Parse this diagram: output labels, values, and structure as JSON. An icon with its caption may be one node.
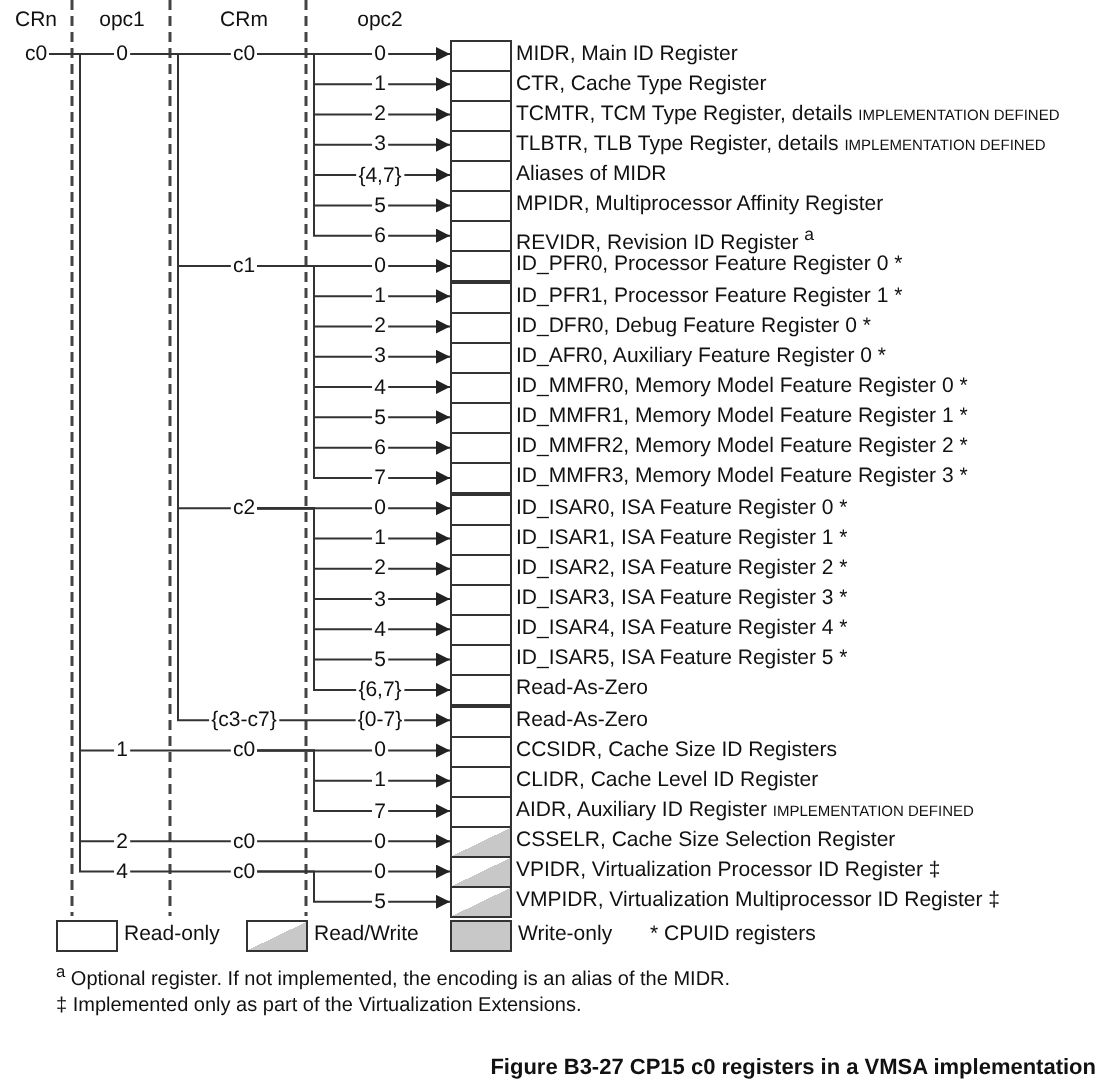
{
  "diagram": {
    "caption": "Figure B3-27 CP15 c0 registers in a VMSA implementation",
    "nodes": [
      {
        "text": [
          "c0"
        ]
      },
      {
        "text": [
          "0"
        ]
      },
      {
        "text": [
          "c0"
        ]
      },
      {
        "text": [
          "0"
        ]
      },
      {
        "text": [
          "MIDR, Main ID Register"
        ]
      },
      {
        "text": [
          "1"
        ]
      },
      {
        "text": [
          "CTR, Cache Type Register"
        ]
      },
      {
        "text": [
          "2"
        ]
      },
      {
        "text": [
          "TCMTR, TCM Type Register, details",
          "IMPLEMENTATION DEFINED"
        ]
      },
      {
        "text": [
          "3"
        ]
      },
      {
        "text": [
          "TLBTR, TLB Type Register, details",
          "IMPLEMENTATION DEFINED"
        ]
      },
      {
        "text": [
          "{4,7}"
        ]
      },
      {
        "text": [
          "Aliases of MIDR"
        ]
      },
      {
        "text": [
          "5"
        ]
      },
      {
        "text": [
          "MPIDR, Multiprocessor Affinity Register"
        ]
      },
      {
        "text": [
          "6"
        ]
      },
      {
        "text": [
          "REVIDR, Revision ID Register $^{a}$"
        ]
      },
      {
        "text": [
          "c1"
        ]
      },
      {
        "text": [
          "0"
        ]
      },
      {
        "text": [
          "ID_PFR0, Processor Feature Register 0 *"
        ]
      },
      {
        "text": [
          "1"
        ]
      },
      {
        "text": [
          "ID_PFR1, Processor Feature Register 1 *"
        ]
      },
      {
        "text": [
          "2"
        ]
      },
      {
        "text": [
          "ID_DFR0, Debug Feature Register 0 *"
        ]
      },
      {
        "text": [
          "3"
        ]
      },
      {
        "text": [
          "ID_AFR0, Auxiliary Feature Register 0 *"
        ]
      },
      {
        "text": [
          "4"
        ]
      },
      {
        "text": [
          "ID_MMFR0, Memory Model Feature Register 0 *"
        ]
      },
      {
        "text": [
          "5"
        ]
      },
      {
        "text": [
          "ID_MMFR1, Memory Model Feature Register 1 *"
        ]
      },
      {
        "text": [
          "6"
        ]
      },
      {
        "text": [
          "ID_MMFR2, Memory Model Feature Register 2 *"
        ]
      },
      {
        "text": [
          "7"
        ]
      },
      {
        "text": [
          "ID_MMFR3, Memory Model Feature Register 3 *"
        ]
      },
      {
        "text": [
          "c2"
        ]
      },
      {
        "text": [
          "0"
        ]
      },
      {
        "text": [
          "ID_ISAR0, ISA Feature Register 0 *"
        ]
      },
      {
        "text": [
          "1"
        ]
      },
      {
        "text": [
          "ID_ISAR1, ISA Feature Register 1 *"
        ]
      },
      {
        "text": [
          "2"
        ]
      },
      {
        "text": [
          "ID_ISAR2, ISA Feature Register 2 *"
        ]
      },
      {
        "text": [
          "3"
        ]
      },
      {
        "text": [
          "ID_ISAR3, ISA Feature Register 3 *"
        ]
      },
      {
        "text": [
          "4"
        ]
      },
      {
        "text": [
          "ID_ISAR4, ISA Feature Register 4 *"
        ]
      },
      {
        "text": [
          "5"
        ]
      },
      {
        "text": [
          "ID_ISAR5, ISA Feature Register 5 *"
        ]
      },
      {
        "text": [
          "{6,7}"
        ]
      },
      {
        "text": [
          "Read-As-Zero"
        ]
      },
      {
        "text": [
          "{c3-c7}"
        ]
      },
      {
        "text": [
          "{0-7}"
        ]
      },
      {
        "text": [
          "Read-As-Zero"
        ]
      },
      {
        "text": [
          "1"
        ]
      },
      {
        "text": [
          "c0"
        ]
      },
      {
        "text": [
          "0"
        ]
      },
      {
        "text": [
          "CCSIDR, Cache Size ID Registers"
        ]
      },
      {
        "text": [
          "1"
        ]
      },
      {
        "text": [
          "CLIDR, Cache Level ID Register"
        ]
      },
      {
        "text": [
          "7"
        ]
      },
      {
        "text": [
          "AIDR, Auxiliary ID Register",
          "IMPLEMENTATION DEFINED"
        ]
      },
      {
        "text": [
          "2"
        ]
      },
      {
        "text": [
          "c0"
        ]
      },
      {
        "text": [
          "0"
        ]
      },
      {
        "text": [
          "CSSELR, Cache Size Selection Register"
        ]
      },
      {
        "text": [
          "4"
        ]
      },
      {
        "text": [
          "c0"
        ]
      },
      {
        "text": [
          "0"
        ]
      },
      {
        "text": [
          "VPIDR, Virtualization Processor ID Register ‡"
        ]
      },
      {
        "text": [
          "5"
        ]
      },
      {
        "text": [
          "VMPIDR, Virtualization Multiprocessor ID Register ‡"
        ]
      }
    ],
    "edges": [
      {
        "from": 0,
        "to": 1,
        "arrow": "none"
      },
      {
        "from": 1,
        "to": 2,
        "arrow": "none"
      },
      {
        "from": 2,
        "to": 3,
        "arrow": "none"
      },
      {
        "from": 3,
        "to": 4,
        "arrow": "to"
      },
      {
        "from": 2,
        "to": 5,
        "arrow": "none"
      },
      {
        "from": 5,
        "to": 6,
        "arrow": "to"
      },
      {
        "from": 2,
        "to": 7,
        "arrow": "none"
      },
      {
        "from": 7,
        "to": 8,
        "arrow": "to"
      },
      {
        "from": 2,
        "to": 9,
        "arrow": "none"
      },
      {
        "from": 9,
        "to": 10,
        "arrow": "to"
      },
      {
        "from": 2,
        "to": 11,
        "arrow": "none"
      },
      {
        "from": 11,
        "to": 12,
        "arrow": "to"
      },
      {
        "from": 2,
        "to": 13,
        "arrow": "none"
      },
      {
        "from": 13,
        "to": 14,
        "arrow": "to"
      },
      {
        "from": 2,
        "to": 15,
        "arrow": "none"
      },
      {
        "from": 15,
        "to": 16,
        "arrow": "to"
      },
      {
        "from": 1,
        "to": 17,
        "arrow": "none"
      },
      {
        "from": 17,
        "to": 18,
        "arrow": "none"
      },
      {
        "from": 18,
        "to": 19,
        "arrow": "to"
      },
      {
        "from": 17,
        "to": 20,
        "arrow": "none"
      },
      {
        "from": 20,
        "to": 21,
        "arrow": "to"
      },
      {
        "from": 17,
        "to": 22,
        "arrow": "none"
      },
      {
        "from": 22,
        "to": 23,
        "arrow": "to"
      },
      {
        "from": 17,
        "to": 24,
        "arrow": "none"
      },
      {
        "from": 24,
        "to": 25,
        "arrow": "to"
      },
      {
        "from": 17,
        "to": 26,
        "arrow": "none"
      },
      {
        "from": 26,
        "to": 27,
        "arrow": "to"
      },
      {
        "from": 17,
        "to": 28,
        "arrow": "none"
      },
      {
        "from": 28,
        "to": 29,
        "arrow": "to"
      },
      {
        "from": 17,
        "to": 30,
        "arrow": "none"
      },
      {
        "from": 30,
        "to": 31,
        "arrow": "to"
      },
      {
        "from": 17,
        "to": 32,
        "arrow": "none"
      },
      {
        "from": 32,
        "to": 33,
        "arrow": "to"
      },
      {
        "from": 1,
        "to": 34,
        "arrow": "none"
      },
      {
        "from": 34,
        "to": 35,
        "arrow": "none"
      },
      {
        "from": 35,
        "to": 36,
        "arrow": "to"
      },
      {
        "from": 34,
        "to": 37,
        "arrow": "none"
      },
      {
        "from": 37,
        "to": 38,
        "arrow": "to"
      },
      {
        "from": 34,
        "to": 39,
        "arrow": "none"
      },
      {
        "from": 39,
        "to": 40,
        "arrow": "to"
      },
      {
        "from": 34,
        "to": 41,
        "arrow": "none"
      },
      {
        "from": 41,
        "to": 42,
        "arrow": "to"
      },
      {
        "from": 34,
        "to": 43,
        "arrow": "none"
      },
      {
        "from": 43,
        "to": 44,
        "arrow": "to"
      },
      {
        "from": 34,
        "to": 45,
        "arrow": "none"
      },
      {
        "from": 45,
        "to": 46,
        "arrow": "to"
      },
      {
        "from": 34,
        "to": 47,
        "arrow": "none"
      },
      {
        "from": 47,
        "to": 48,
        "arrow": "to"
      },
      {
        "from": 1,
        "to": 49,
        "arrow": "none"
      },
      {
        "from": 49,
        "to": 50,
        "arrow": "none"
      },
      {
        "from": 50,
        "to": 51,
        "arrow": "to"
      },
      {
        "from": 0,
        "to": 52,
        "arrow": "none"
      },
      {
        "from": 52,
        "to": 53,
        "arrow": "none"
      },
      {
        "from": 53,
        "to": 54,
        "arrow": "none"
      },
      {
        "from": 54,
        "to": 55,
        "arrow": "to"
      },
      {
        "from": 53,
        "to": 56,
        "arrow": "none"
      },
      {
        "from": 56,
        "to": 57,
        "arrow": "to"
      },
      {
        "from": 53,
        "to": 58,
        "arrow": "none"
      },
      {
        "from": 58,
        "to": 59,
        "arrow": "to"
      },
      {
        "from": 0,
        "to": 60,
        "arrow": "none"
      },
      {
        "from": 60,
        "to": 61,
        "arrow": "none"
      },
      {
        "from": 61,
        "to": 62,
        "arrow": "none"
      },
      {
        "from": 62,
        "to": 63,
        "arrow": "to"
      },
      {
        "from": 0,
        "to": 64,
        "arrow": "none"
      },
      {
        "from": 64,
        "to": 65,
        "arrow": "none"
      },
      {
        "from": 65,
        "to": 66,
        "arrow": "none"
      },
      {
        "from": 66,
        "to": 67,
        "arrow": "to"
      },
      {
        "from": 65,
        "to": 68,
        "arrow": "none"
      },
      {
        "from": 68,
        "to": 69,
        "arrow": "to"
      }
    ],
    "labels": [
      "CRn",
      "opc1",
      "CRm",
      "opc2",
      "* CPUID registers",
      "$^{a}$ Optional register. If not implemented, the encoding is an alias of the MIDR.",
      "‡ Implemented only as part of the Virtualization Extensions."
    ],
    "legend": [
      {
        "text": "Read-only",
        "color": "#ffffff"
      },
      {
        "text": "Read/Write"
      },
      {
        "text": "Write-only",
        "color": "#c8c8c8"
      }
    ]
  }
}
